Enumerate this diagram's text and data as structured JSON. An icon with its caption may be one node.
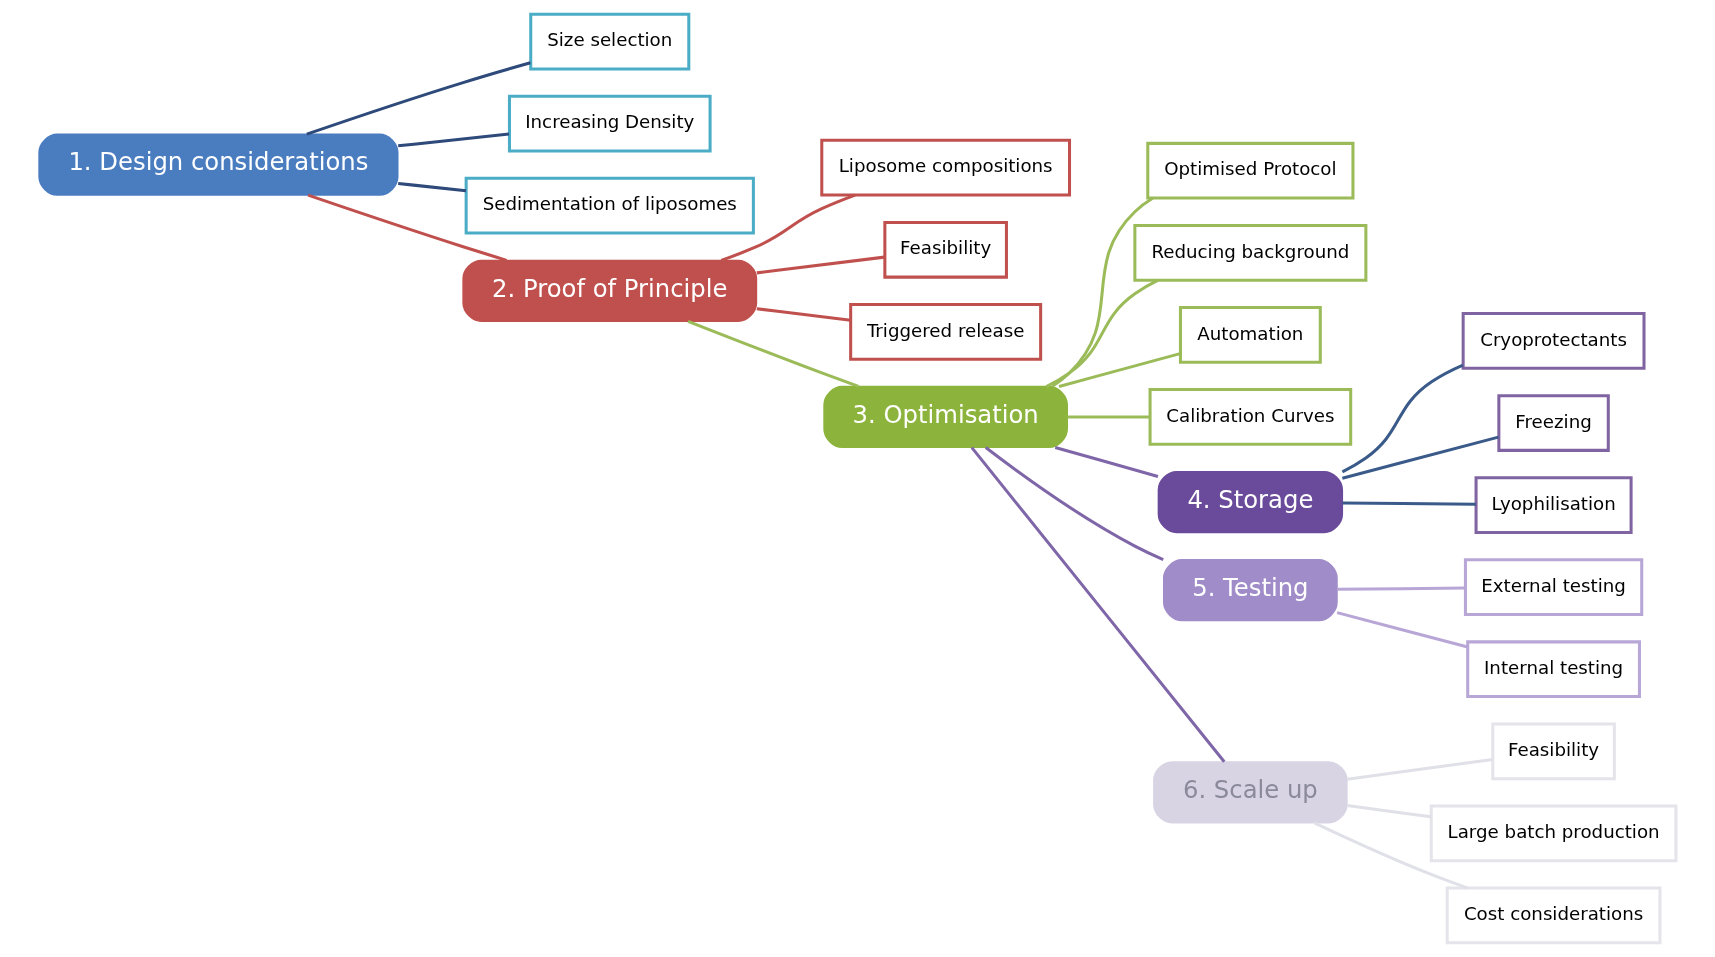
{
  "diagram": {
    "nodes": [
      {
        "text": [
          "1. Design considerations"
        ]
      },
      {
        "text": [
          "Size selection"
        ]
      },
      {
        "text": [
          "Increasing Density"
        ]
      },
      {
        "text": [
          "Sedimentation of liposomes"
        ]
      },
      {
        "text": [
          "2. Proof of Principle"
        ]
      },
      {
        "text": [
          "Liposome compositions"
        ]
      },
      {
        "text": [
          "Feasibility"
        ]
      },
      {
        "text": [
          "Triggered release"
        ]
      },
      {
        "text": [
          "3. Optimisation"
        ]
      },
      {
        "text": [
          "Optimised Protocol"
        ]
      },
      {
        "text": [
          "Reducing background"
        ]
      },
      {
        "text": [
          "Automation"
        ]
      },
      {
        "text": [
          "Calibration Curves"
        ]
      },
      {
        "text": [
          "4. Storage"
        ]
      },
      {
        "text": [
          "Cryoprotectants"
        ]
      },
      {
        "text": [
          "Freezing"
        ]
      },
      {
        "text": [
          "Lyophilisation"
        ]
      },
      {
        "text": [
          "5. Testing"
        ]
      },
      {
        "text": [
          "External testing"
        ]
      },
      {
        "text": [
          "Internal testing"
        ]
      },
      {
        "text": [
          "6. Scale up"
        ]
      },
      {
        "text": [
          "Feasibility"
        ]
      },
      {
        "text": [
          "Large batch production"
        ]
      },
      {
        "text": [
          "Cost considerations"
        ]
      }
    ],
    "edges": [
      {
        "from": 0,
        "to": 1,
        "arrow": "none",
        "color": "#2e4a7a"
      },
      {
        "from": 0,
        "to": 2,
        "arrow": "none",
        "color": "#2e4a7a"
      },
      {
        "from": 0,
        "to": 3,
        "arrow": "none",
        "color": "#2e4a7a"
      },
      {
        "from": 0,
        "to": 4,
        "arrow": "none",
        "color": "#c0504d"
      },
      {
        "from": 4,
        "to": 5,
        "arrow": "none",
        "color": "#c0504d"
      },
      {
        "from": 4,
        "to": 6,
        "arrow": "none",
        "color": "#c0504d"
      },
      {
        "from": 4,
        "to": 7,
        "arrow": "none",
        "color": "#c0504d"
      },
      {
        "from": 4,
        "to": 8,
        "arrow": "none",
        "color": "#9bbb59"
      },
      {
        "from": 8,
        "to": 9,
        "arrow": "none",
        "color": "#9bbb59"
      },
      {
        "from": 8,
        "to": 10,
        "arrow": "none",
        "color": "#9bbb59"
      },
      {
        "from": 8,
        "to": 11,
        "arrow": "none",
        "color": "#9bbb59"
      },
      {
        "from": 8,
        "to": 12,
        "arrow": "none",
        "color": "#9bbb59"
      },
      {
        "from": 8,
        "to": 13,
        "arrow": "none",
        "color": "#7f66a8"
      },
      {
        "from": 8,
        "to": 17,
        "arrow": "none",
        "color": "#7f66a8"
      },
      {
        "from": 8,
        "to": 20,
        "arrow": "none",
        "color": "#7f66a8"
      },
      {
        "from": 13,
        "to": 14,
        "arrow": "none",
        "color": "#3a5a8a"
      },
      {
        "from": 13,
        "to": 15,
        "arrow": "none",
        "color": "#3a5a8a"
      },
      {
        "from": 13,
        "to": 16,
        "arrow": "none",
        "color": "#3a5a8a"
      },
      {
        "from": 17,
        "to": 18,
        "arrow": "none",
        "color": "#b7a6d6"
      },
      {
        "from": 17,
        "to": 19,
        "arrow": "none",
        "color": "#b7a6d6"
      },
      {
        "from": 20,
        "to": 21,
        "arrow": "none",
        "color": "#e0e0e8"
      },
      {
        "from": 20,
        "to": 22,
        "arrow": "none",
        "color": "#e0e0e8"
      },
      {
        "from": 20,
        "to": 23,
        "arrow": "none",
        "color": "#e0e0e8"
      }
    ]
  }
}
